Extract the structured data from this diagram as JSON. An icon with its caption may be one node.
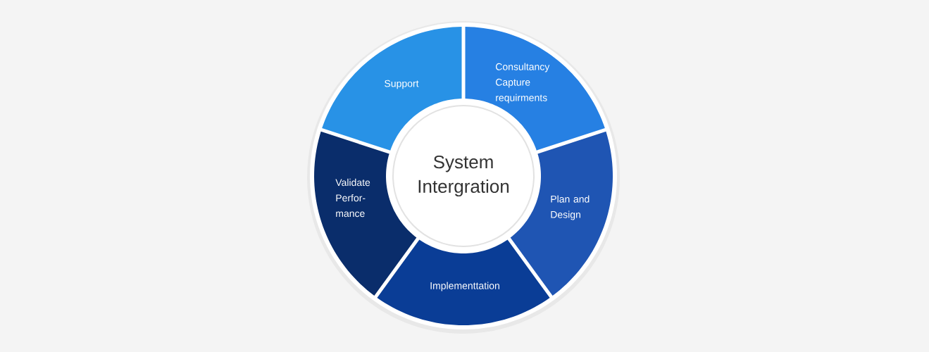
{
  "diagram": {
    "nodes": [
      {
        "text": [
          "Consultancy Capture requirments"
        ]
      },
      {
        "text": [
          "Plan and Design"
        ]
      },
      {
        "text": [
          "Implementtation"
        ]
      },
      {
        "text": [
          "Validate Perfor- mance"
        ]
      },
      {
        "text": [
          "Support"
        ]
      },
      {
        "text": [
          "System Intergration"
        ]
      }
    ]
  }
}
